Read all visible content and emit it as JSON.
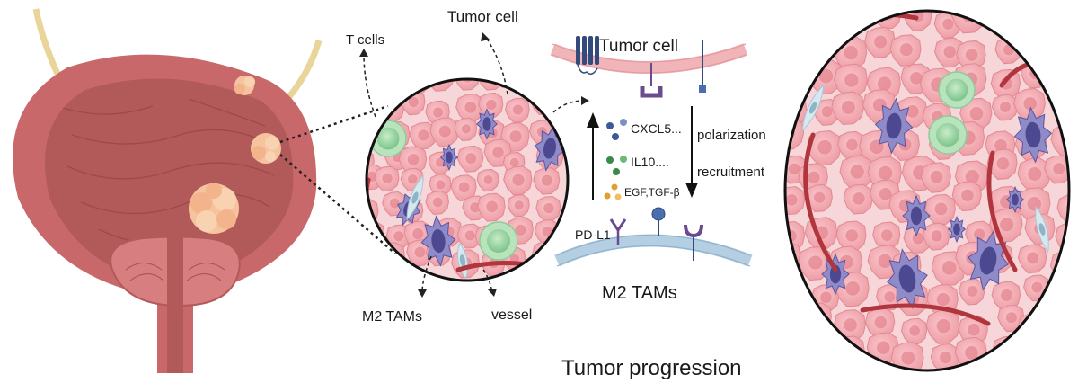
{
  "labels": {
    "tumor_cell_top": "Tumor cell",
    "t_cells": "T cells",
    "m2_tams_left": "M2 TAMs",
    "vessel": "vessel",
    "tumor_cell_membrane": "Tumor cell",
    "cxcl5": "CXCL5...",
    "il10": "IL10....",
    "egf_tgf": "EGF,TGF-β",
    "polarization": "polarization",
    "recruitment": "recruitment",
    "pd_l1": "PD-L1",
    "m2_tams_membrane": "M2 TAMs",
    "tumor_progression": "Tumor progression"
  },
  "colors": {
    "bladder_wall": "#c9686a",
    "bladder_lumen": "#b25a5a",
    "tumor_mass": "#f6c39f",
    "tumor_cell": "#f2a7ae",
    "tumor_nucleus": "#e48590",
    "t_cell": "#9fd4a6",
    "macrophage": "#6e6aad",
    "vessel": "#b0353d",
    "fibroblast": "#cfe4ec",
    "cxcl5_dot": "#3c5a9a",
    "il10_dot": "#3a8a4a",
    "egf_dot": "#e0a030",
    "membrane_tumor": "#f0b5b8",
    "membrane_tam": "#b5cfe2",
    "receptor": "#6b4a8e"
  }
}
